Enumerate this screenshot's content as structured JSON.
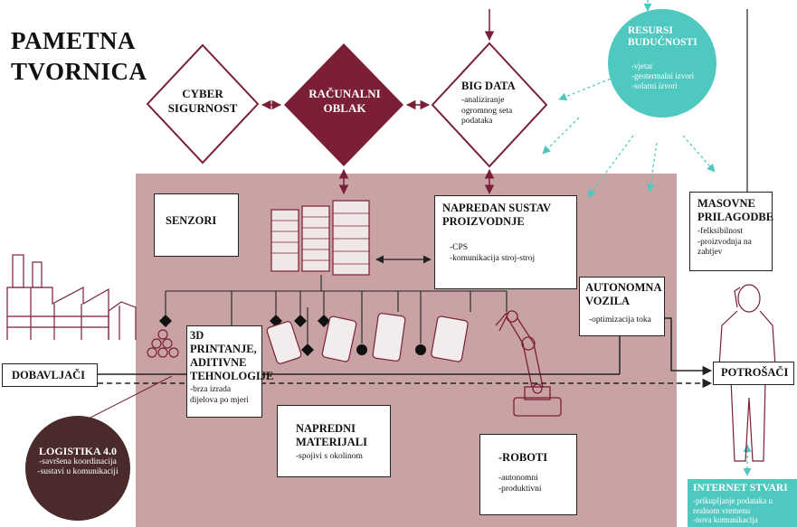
{
  "title": {
    "line1": "PAMETNA",
    "line2": "TVORNICA"
  },
  "nodes": {
    "cyber": {
      "line1": "CYBER",
      "line2": "SIGURNOST"
    },
    "cloud": {
      "line1": "RAČUNALNI",
      "line2": "OBLAK"
    },
    "bigdata": {
      "heading": "BIG DATA",
      "desc": "-analiziranje ogromnog seta podataka"
    },
    "resources": {
      "heading1": "RESURSI",
      "heading2": "BUDUĆNOSTI",
      "items": [
        "-vjetar",
        "-geotermalni izvori",
        "-solarni izvori"
      ]
    },
    "senzori": {
      "heading": "SENZORI"
    },
    "advanced_system": {
      "heading1": "NAPREDAN SUSTAV",
      "heading2": "PROIZVODNJE",
      "items": [
        "-CPS",
        "-komunikacija stroj-stroj"
      ]
    },
    "mass_custom": {
      "heading1": "MASOVNE",
      "heading2": "PRILAGODBE",
      "items": [
        "-felksibilnost",
        "-proizvodnja na zahtjev"
      ]
    },
    "autonomous": {
      "heading1": "AUTONOMNA",
      "heading2": "VOZILA",
      "desc": "-optimizacija toka"
    },
    "printing": {
      "heading1": "3D",
      "heading2": "PRINTANJE,",
      "heading3": "ADITIVNE",
      "heading4": "TEHNOLOGIJE",
      "desc": "-brza izrada dijelova po mjeri"
    },
    "suppliers": {
      "label": "DOBAVLJAČI"
    },
    "consumers": {
      "label": "POTROŠAČI"
    },
    "materials": {
      "heading1": "NAPREDNI",
      "heading2": "MATERIJALI",
      "desc": "-spojivi s okolinom"
    },
    "robots": {
      "heading": "-ROBOTI",
      "items": [
        "-autonomni",
        "-produktivni"
      ]
    },
    "logistics": {
      "heading": "LOGISTIKA 4.0",
      "items": [
        "-savršena koordinacija",
        "-sustavi u komunikaciji"
      ]
    },
    "iot": {
      "heading": "INTERNET STVARI",
      "desc": "-prikupljanje podataka u realnom vremenu",
      "desc2": "-nova komunikacija"
    }
  },
  "colors": {
    "factory_zone": "#c9a2a4",
    "cloud": "#7a1f36",
    "resources": "#4fc8c0",
    "logistics": "#4a2a2a",
    "iot": "#4fc8c0",
    "line_dark": "#222222",
    "line_maroon": "#7a1f36",
    "arrow_teal": "#4fc8c0"
  },
  "icons": [
    "factory-icon",
    "server-rack-icon",
    "tablet-icon",
    "robot-arm-icon",
    "person-phone-icon",
    "parts-circles-icon",
    "diamond-marker-icon",
    "circle-marker-icon"
  ]
}
